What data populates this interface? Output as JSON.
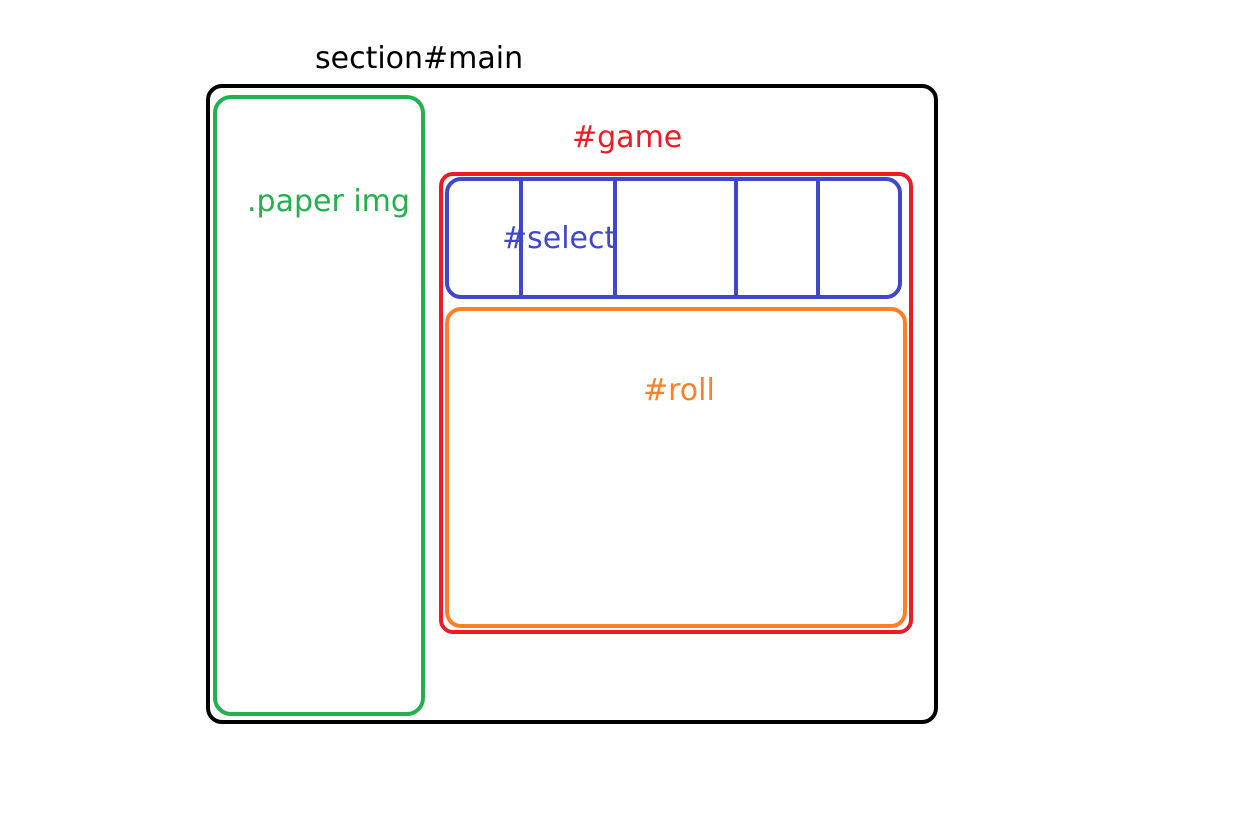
{
  "diagram": {
    "main": {
      "label": "section#main",
      "color": "#000000"
    },
    "paper": {
      "label": ".paper img",
      "color": "#22b14c"
    },
    "game": {
      "label": "#game",
      "color": "#ed1c24"
    },
    "select": {
      "label": "#select",
      "color": "#3f48cc"
    },
    "roll": {
      "label": "#roll",
      "color": "#ff7f27"
    }
  }
}
